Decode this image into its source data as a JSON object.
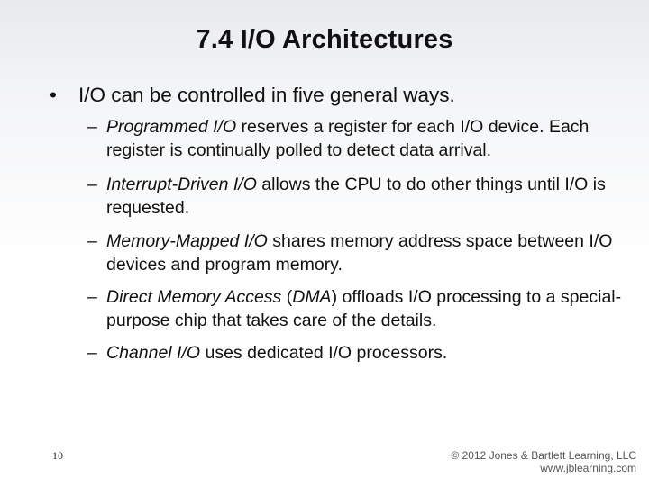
{
  "slide": {
    "title": "7.4 I/O Architectures",
    "bullet": {
      "marker": "•",
      "text": "I/O can be controlled in five general ways."
    },
    "sub_dash": "–",
    "items": [
      {
        "term": "Programmed I/O",
        "after_term": " reserves a register for each I/O device. Each register is continually polled to detect data arrival."
      },
      {
        "term": "Interrupt-Driven I/O",
        "after_term": " allows the CPU to do other things until I/O is requested."
      },
      {
        "term": "Memory-Mapped I/O",
        "after_term": " shares memory address space between I/O devices and program memory."
      },
      {
        "term": "Direct Memory Access",
        "mid": " (",
        "abbr": "DMA",
        "after_term": ") offloads I/O processing to a special-purpose chip that takes care of the details."
      },
      {
        "term": "Channel I/O",
        "after_term": " uses dedicated I/O processors."
      }
    ],
    "footer": {
      "page_number": "10",
      "copyright_line1": "© 2012 Jones & Bartlett Learning, LLC",
      "copyright_line2": "www.jblearning.com"
    }
  }
}
